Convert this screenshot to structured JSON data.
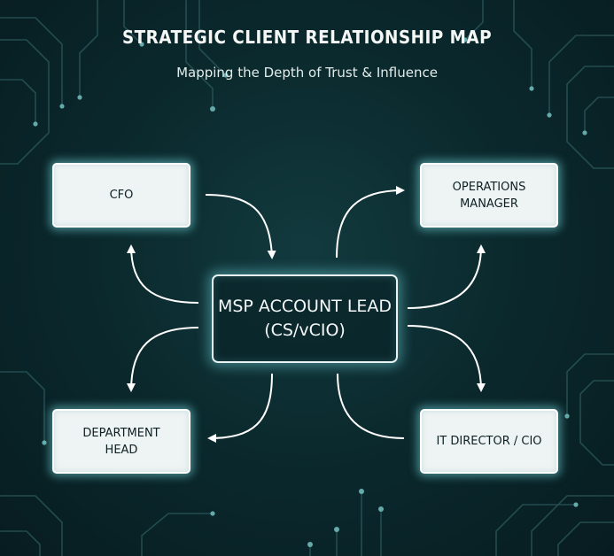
{
  "header": {
    "title": "STRATEGIC CLIENT RELATIONSHIP MAP",
    "subtitle": "Mapping the Depth of Trust & Influence"
  },
  "center": {
    "label": "MSP ACCOUNT LEAD\n(CS/vCIO)"
  },
  "nodes": {
    "cfo": "CFO",
    "operations_manager": "OPERATIONS\nMANAGER",
    "department_head": "DEPARTMENT\nHEAD",
    "it_director": "IT DIRECTOR / CIO"
  },
  "colors": {
    "background": "#0b2a2e",
    "glow": "#78dce1",
    "box_fill": "#eef3f3",
    "arrow": "#ffffff"
  }
}
